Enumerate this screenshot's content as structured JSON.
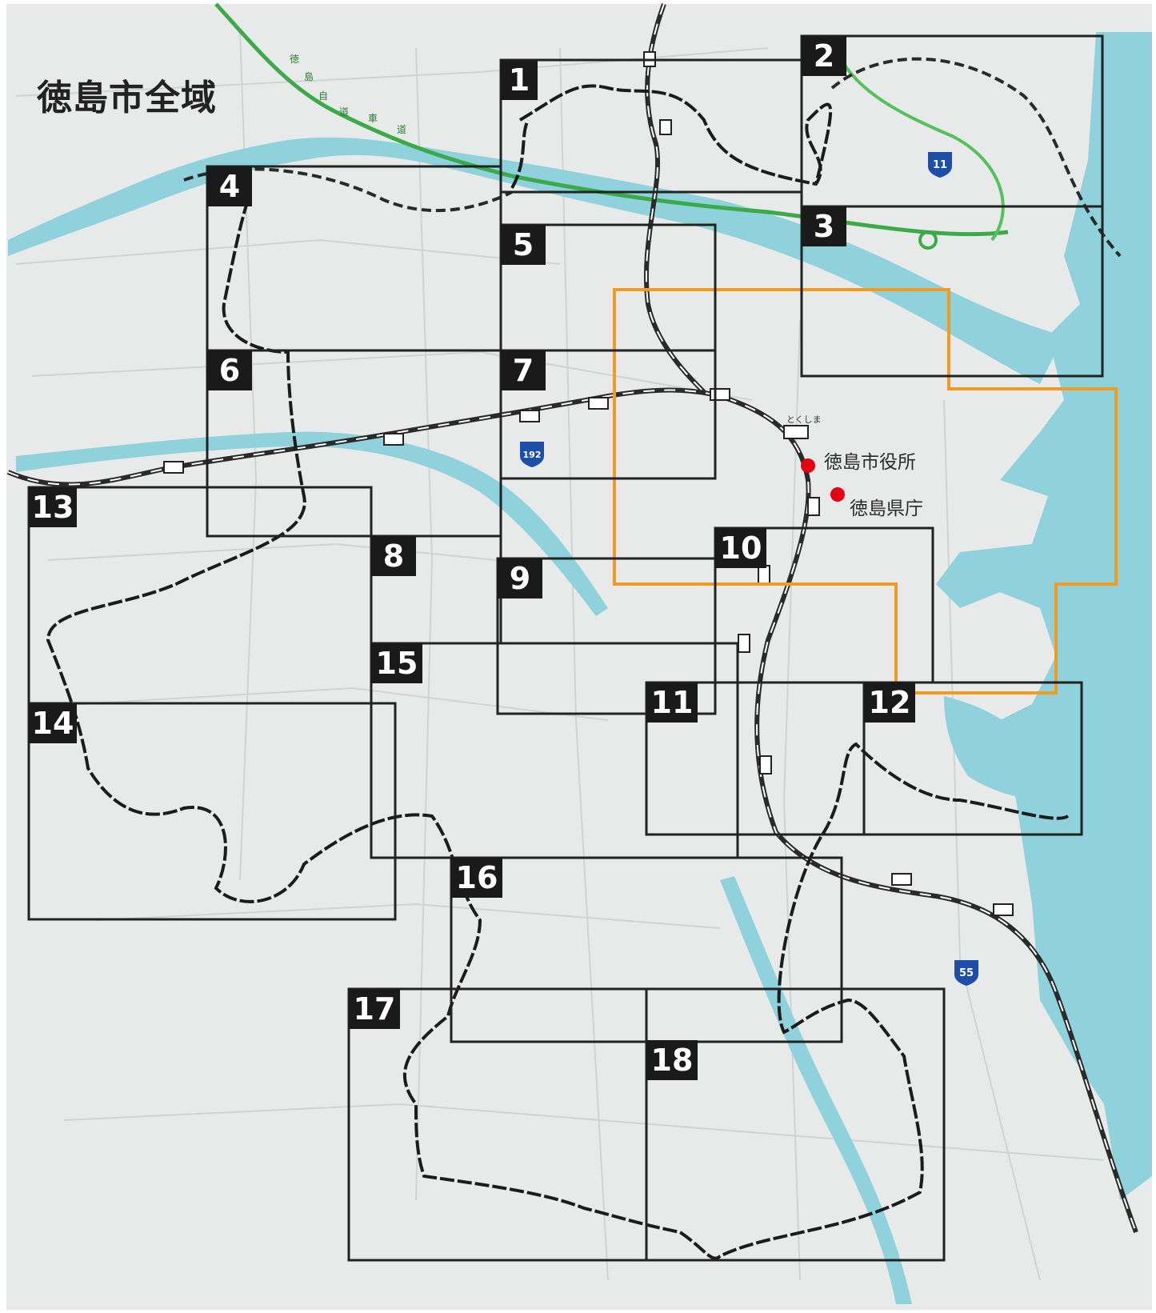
{
  "map": {
    "title": "徳島市全域",
    "colors": {
      "land": "#e8eaea",
      "water": "#8fd2db",
      "tile_frame": "#222222",
      "label_bg": "#1a1a1a",
      "label_text": "#ffffff",
      "highlight_frame": "#f39a21",
      "expressway": "#3bab4a",
      "railway": "#2a2a2a",
      "boundary": "#1c1c1c",
      "marker": "#e60012"
    },
    "tiles": [
      {
        "number": "1"
      },
      {
        "number": "2"
      },
      {
        "number": "3"
      },
      {
        "number": "4"
      },
      {
        "number": "5"
      },
      {
        "number": "6"
      },
      {
        "number": "7"
      },
      {
        "number": "8"
      },
      {
        "number": "9"
      },
      {
        "number": "10"
      },
      {
        "number": "11"
      },
      {
        "number": "12"
      },
      {
        "number": "13"
      },
      {
        "number": "14"
      },
      {
        "number": "15"
      },
      {
        "number": "16"
      },
      {
        "number": "17"
      },
      {
        "number": "18"
      }
    ],
    "markers": [
      {
        "label": "徳島市役所",
        "icon": "red-dot-icon"
      },
      {
        "label": "徳島県庁",
        "icon": "red-dot-icon"
      }
    ],
    "route_shields": [
      "11",
      "192",
      "55"
    ],
    "station_label": "とくしま",
    "expressway_label_chars": [
      "徳",
      "島",
      "自",
      "道",
      "車",
      "道"
    ]
  }
}
